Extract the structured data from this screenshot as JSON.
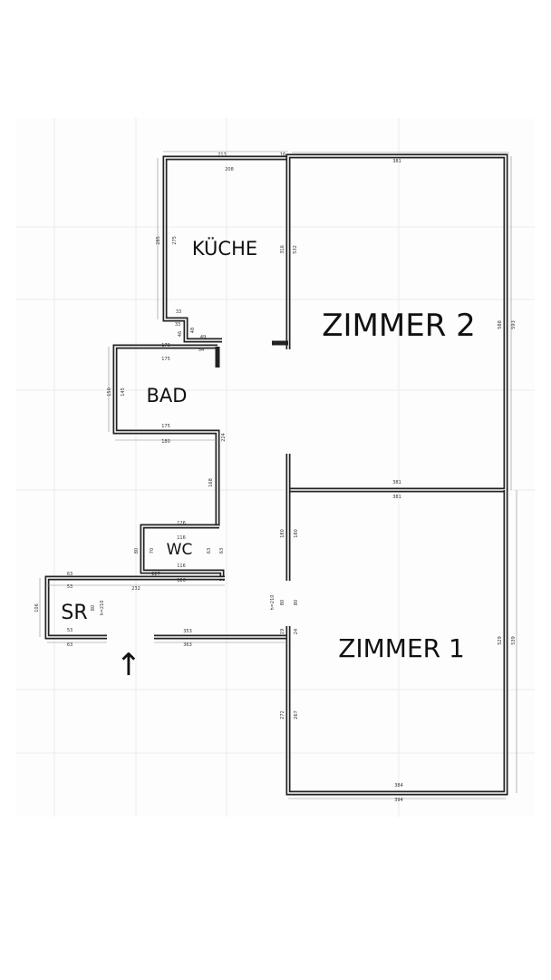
{
  "rooms": {
    "kueche": "KÜCHE",
    "zimmer2": "ZIMMER 2",
    "bad": "BAD",
    "wc": "WC",
    "sr": "SR",
    "zimmer1": "ZIMMER 1"
  },
  "entrance_arrow": "↑",
  "dimensions": {
    "kueche_top_outer": "213",
    "kueche_top_inner": "208",
    "kueche_top_wall": "16",
    "kueche_left_outer": "285",
    "kueche_left_inner": "275",
    "kueche_right": "316",
    "kueche_step1": "33",
    "kueche_step2": "33",
    "kueche_step3": "46",
    "kueche_step4": "48",
    "kueche_step5": "49",
    "bad_top_outer": "179",
    "bad_top_inner": "175",
    "bad_top_gap": "54",
    "bad_left_outer": "150",
    "bad_left_inner": "145",
    "bad_bottom_inner": "175",
    "bad_bottom_outer": "180",
    "corr_right_1": "224",
    "corr_right_2": "168",
    "wc_top": "126",
    "wc_inner_top": "116",
    "wc_inner_bottom": "116",
    "wc_left_outer": "80",
    "wc_left_inner": "70",
    "wc_right_1": "63",
    "wc_right_2": "63",
    "wc_bottom_left": "227",
    "wc_bottom_outer": "126",
    "corr_top": "232",
    "sr_top_outer": "63",
    "sr_top_inner": "53",
    "sr_bottom_inner": "53",
    "sr_bottom_outer": "63",
    "sr_left": "106",
    "sr_door": "80",
    "sr_door_h": "h=210",
    "corr_bottom_inner": "353",
    "corr_bottom_outer": "363",
    "z2_top": "381",
    "z2_left": "532",
    "z2_right_inner": "588",
    "z2_right_outer": "593",
    "z2_bottom": "381",
    "z1_top": "381",
    "z1_left_1": "180",
    "z1_left_1b": "180",
    "z1_door": "80",
    "z1_door_b": "80",
    "z1_door_h": "h=210",
    "z1_left_2": "19",
    "z1_left_2b": "24",
    "z1_left_3": "272",
    "z1_left_3b": "267",
    "z1_right_inner": "529",
    "z1_right_outer": "539",
    "z1_bottom_inner": "384",
    "z1_bottom_outer": "394"
  }
}
